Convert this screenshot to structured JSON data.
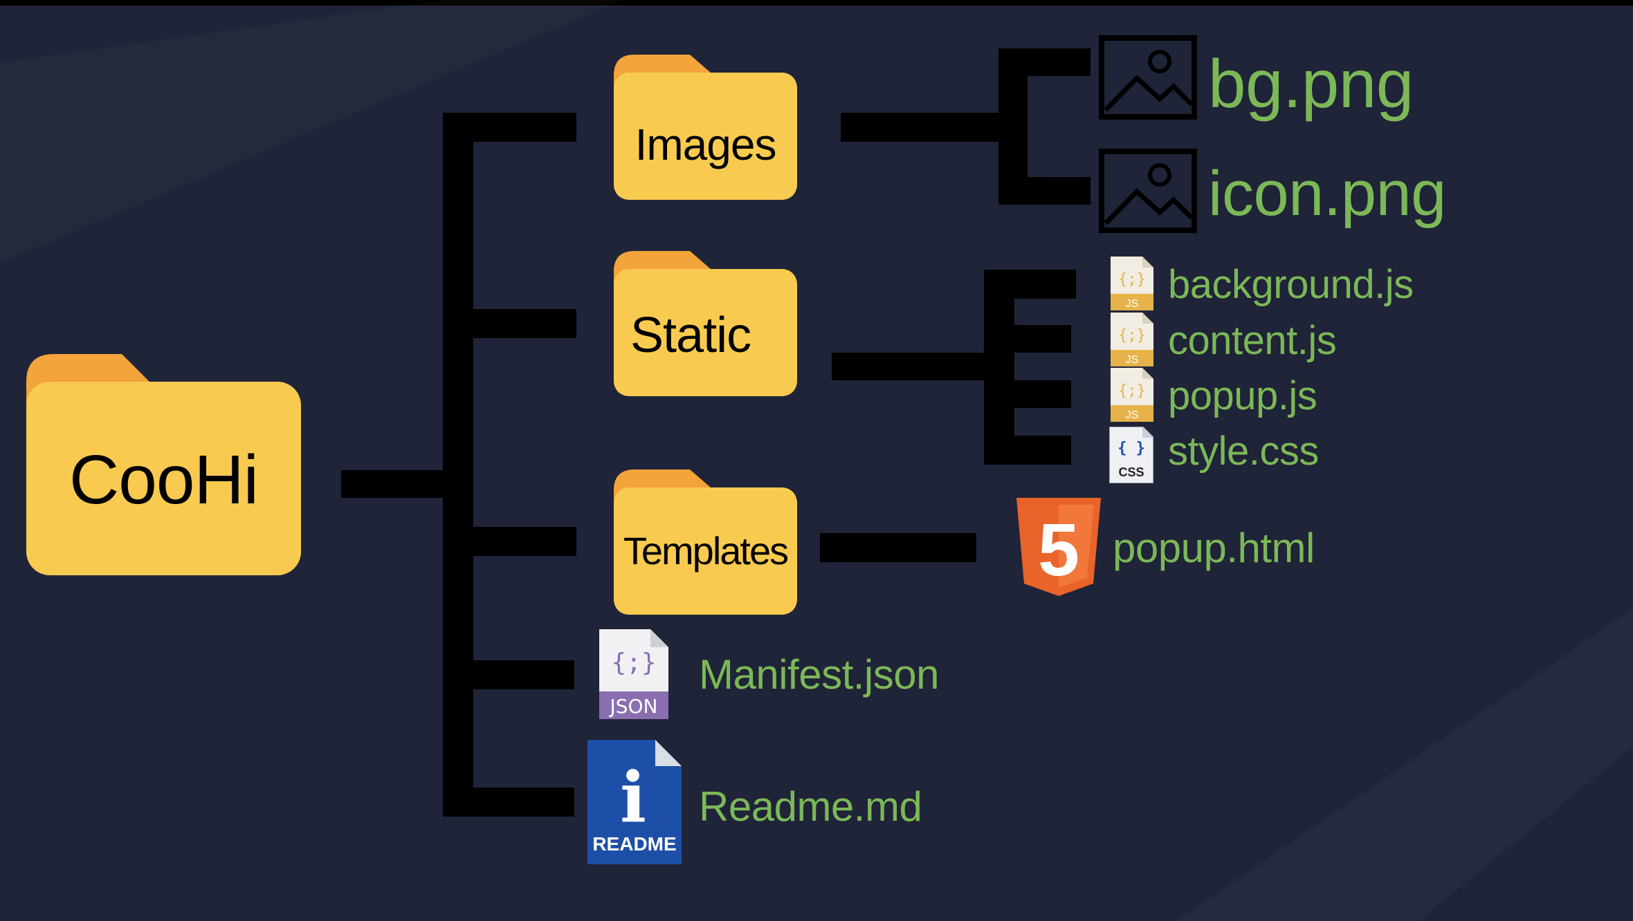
{
  "diagram": {
    "root": {
      "label": "CooHi"
    },
    "folders": {
      "images": {
        "label": "Images"
      },
      "static": {
        "label": "Static"
      },
      "templates": {
        "label": "Templates"
      }
    },
    "files": {
      "bg": {
        "name": "bg.png",
        "icon": "image-icon"
      },
      "icon_png": {
        "name": "icon.png",
        "icon": "image-icon"
      },
      "background_js": {
        "name": "background.js",
        "icon": "js-file-icon"
      },
      "content_js": {
        "name": "content.js",
        "icon": "js-file-icon"
      },
      "popup_js": {
        "name": "popup.js",
        "icon": "js-file-icon"
      },
      "style_css": {
        "name": "style.css",
        "icon": "css-file-icon"
      },
      "popup_html": {
        "name": "popup.html",
        "icon": "html5-icon"
      },
      "manifest": {
        "name": "Manifest.json",
        "icon": "json-file-icon"
      },
      "readme": {
        "name": "Readme.md",
        "icon": "readme-file-icon"
      }
    },
    "icon_text": {
      "js": "JS",
      "js_braces": "{;}",
      "css": "CSS",
      "css_braces": "{ }",
      "json": "JSON",
      "json_braces": "{;}",
      "readme": "README",
      "readme_i": "i",
      "html5": "5"
    },
    "colors": {
      "background": "#1f2438",
      "folder_front": "#f8cb50",
      "folder_back": "#f3a43a",
      "file_name": "#7cb857",
      "tree_lines": "#000000",
      "html5_orange": "#e9632a",
      "readme_blue": "#1d4fa8",
      "json_purple": "#8a6fb0",
      "js_gold": "#e6b24a"
    }
  }
}
